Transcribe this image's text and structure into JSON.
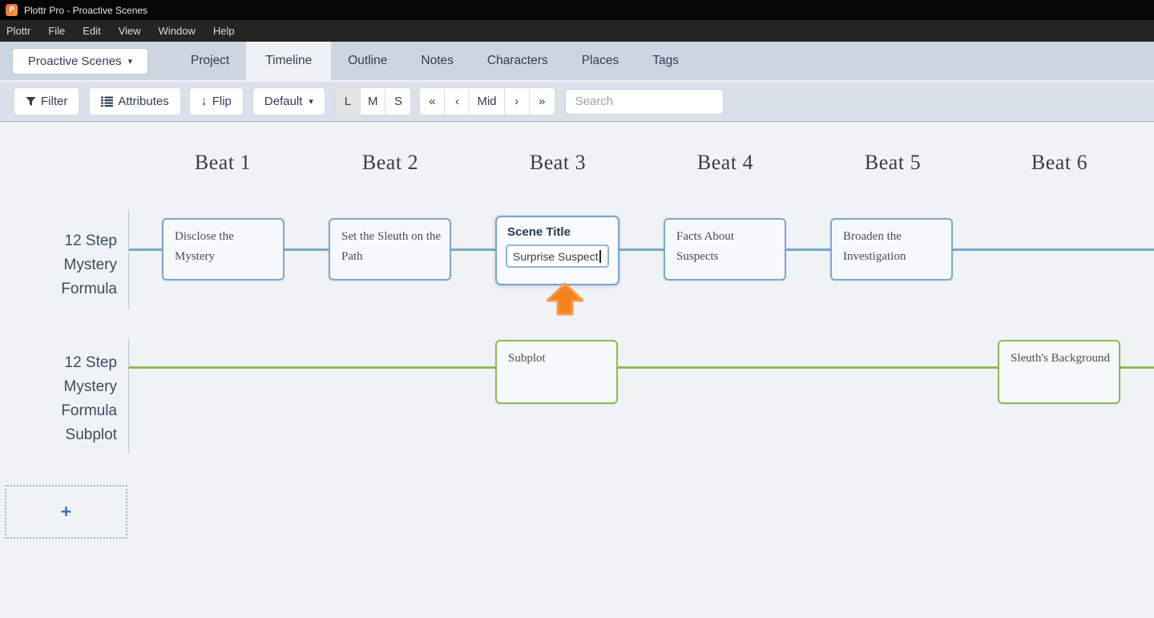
{
  "titlebar": {
    "app_icon_letter": "P",
    "title": "Plottr Pro - Proactive Scenes"
  },
  "menubar": {
    "items": [
      "Plottr",
      "File",
      "Edit",
      "View",
      "Window",
      "Help"
    ]
  },
  "tabbar": {
    "book_selector_label": "Proactive Scenes",
    "book_selector_caret": "▾",
    "tabs": [
      "Project",
      "Timeline",
      "Outline",
      "Notes",
      "Characters",
      "Places",
      "Tags"
    ],
    "active_tab": "Timeline"
  },
  "toolbar": {
    "filter_label": "Filter",
    "attributes_label": "Attributes",
    "flip_label": "Flip",
    "flip_glyph": "↓",
    "template_selector_label": "Default",
    "template_caret": "▾",
    "sizes": [
      "L",
      "M",
      "S"
    ],
    "active_size": "L",
    "nav": {
      "first": "«",
      "prev": "‹",
      "mid": "Mid",
      "next": "›",
      "last": "»"
    },
    "search_placeholder": "Search"
  },
  "timeline": {
    "beats": [
      "Beat 1",
      "Beat 2",
      "Beat 3",
      "Beat 4",
      "Beat 5",
      "Beat 6"
    ],
    "plotline1": {
      "name": "12 Step\nMystery\nFormula",
      "color": "#7ba6cd",
      "card_beat1": "Disclose the Mystery",
      "card_beat2": "Set the Sleuth on the Path",
      "card_beat4": "Facts About Suspects",
      "card_beat5": "Broaden the Investigation",
      "editing_card": {
        "header": "Scene Title",
        "input_value": "Surprise Suspect",
        "beat": "Beat 3"
      }
    },
    "plotline2": {
      "name": "12 Step\nMystery\nFormula\nSubplot",
      "color": "#8cbb52",
      "card_beat3": "Subplot",
      "card_beat6": "Sleuth's Background"
    },
    "add_button_glyph": "+"
  },
  "colors": {
    "plotline1_blue": "#7ba6cd",
    "plotline2_green": "#8cbb52",
    "cursor_arrow_orange": "#f5831f",
    "add_plus_blue": "#3d6fc4"
  }
}
